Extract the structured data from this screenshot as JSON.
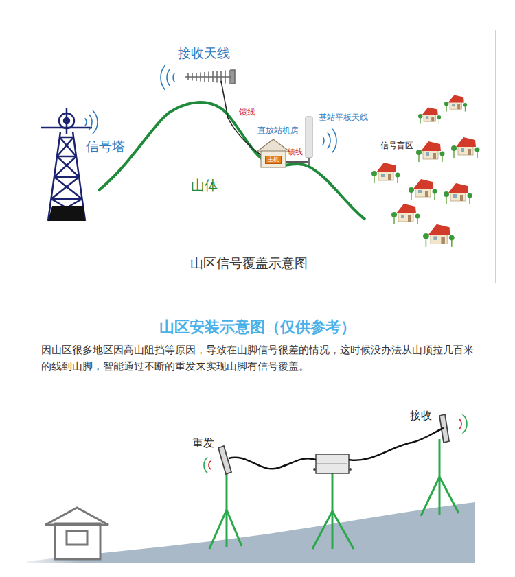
{
  "diagram": {
    "title": "山区安装示意图（仅供参考）",
    "caption": "山区信号覆盖示意图",
    "nodes": [
      {
        "text": [
          "主机"
        ]
      }
    ],
    "labels": [
      "接收天线",
      "馈线",
      "直放站机房",
      "基站平板天线",
      "馈线",
      "信号塔",
      "山体",
      "信号盲区",
      "因山区很多地区因高山阻挡等原因，导致在山脚信号很差的情况，这时候没办法从山顶拉几百米的线到山脚，智能通过不断的重发来实现山脚有信号覆盖。",
      "重发",
      "接收"
    ]
  }
}
